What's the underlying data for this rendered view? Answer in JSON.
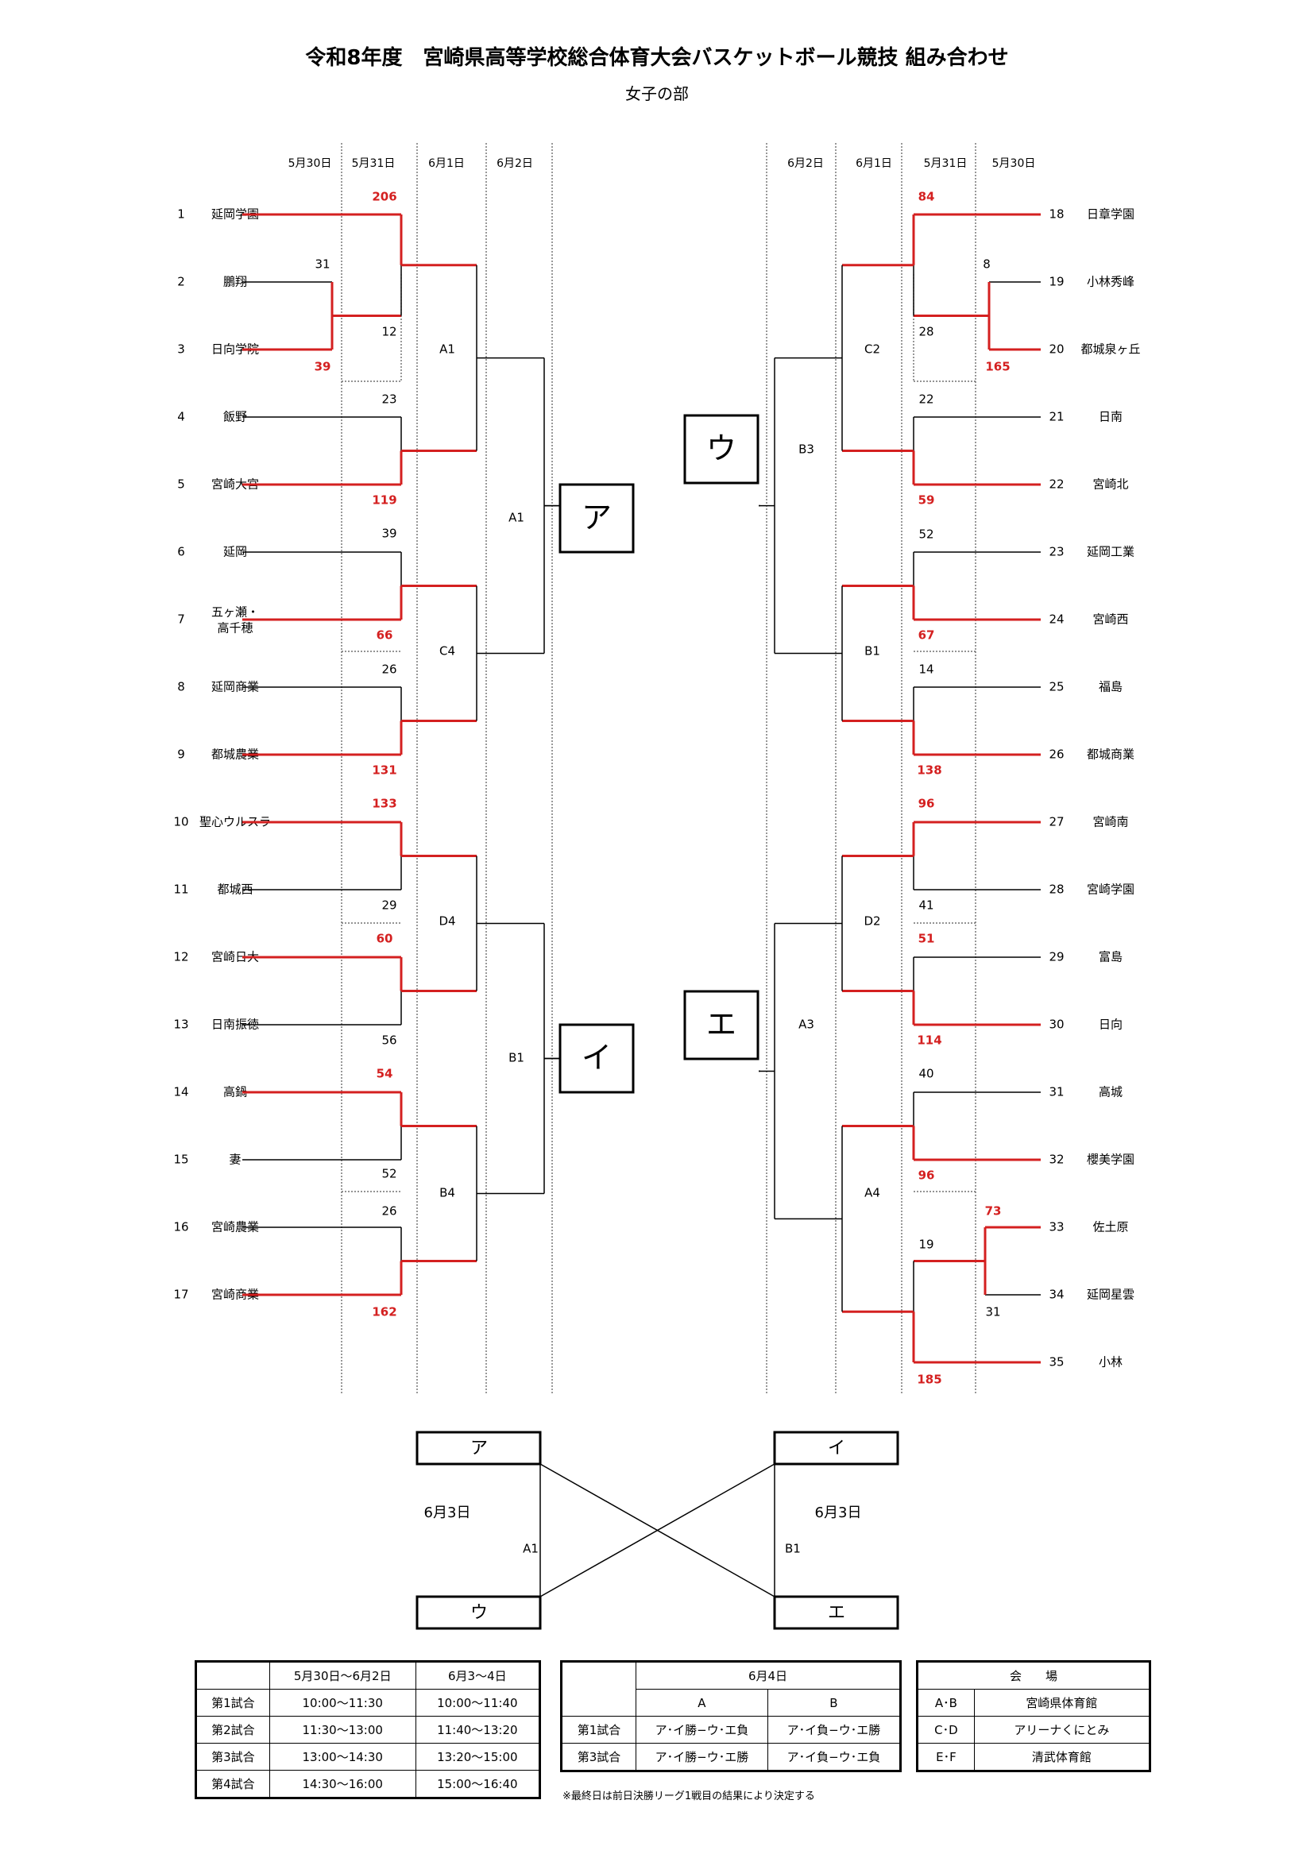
{
  "title": "令和8年度　宮崎県高等学校総合体育大会バスケットボール競技 組み合わせ",
  "subtitle": "女子の部",
  "dates": {
    "left": [
      "5月30日",
      "5月31日",
      "6月1日",
      "6月2日"
    ],
    "right": [
      "6月2日",
      "6月1日",
      "5月31日",
      "5月30日"
    ]
  },
  "teams": [
    {
      "no": "1",
      "name": "延岡学園"
    },
    {
      "no": "2",
      "name": "鵬翔"
    },
    {
      "no": "3",
      "name": "日向学院"
    },
    {
      "no": "4",
      "name": "飯野"
    },
    {
      "no": "5",
      "name": "宮崎大宮"
    },
    {
      "no": "6",
      "name": "延岡"
    },
    {
      "no": "7",
      "name": "五ヶ瀬・高千穂"
    },
    {
      "no": "8",
      "name": "延岡商業"
    },
    {
      "no": "9",
      "name": "都城農業"
    },
    {
      "no": "10",
      "name": "聖心ウルスラ"
    },
    {
      "no": "11",
      "name": "都城西"
    },
    {
      "no": "12",
      "name": "宮崎日大"
    },
    {
      "no": "13",
      "name": "日南振徳"
    },
    {
      "no": "14",
      "name": "高鍋"
    },
    {
      "no": "15",
      "name": "妻"
    },
    {
      "no": "16",
      "name": "宮崎農業"
    },
    {
      "no": "17",
      "name": "宮崎商業"
    },
    {
      "no": "18",
      "name": "日章学園"
    },
    {
      "no": "19",
      "name": "小林秀峰"
    },
    {
      "no": "20",
      "name": "都城泉ヶ丘"
    },
    {
      "no": "21",
      "name": "日南"
    },
    {
      "no": "22",
      "name": "宮崎北"
    },
    {
      "no": "23",
      "name": "延岡工業"
    },
    {
      "no": "24",
      "name": "宮崎西"
    },
    {
      "no": "25",
      "name": "福島"
    },
    {
      "no": "26",
      "name": "都城商業"
    },
    {
      "no": "27",
      "name": "宮崎南"
    },
    {
      "no": "28",
      "name": "宮崎学園"
    },
    {
      "no": "29",
      "name": "富島"
    },
    {
      "no": "30",
      "name": "日向"
    },
    {
      "no": "31",
      "name": "高城"
    },
    {
      "no": "32",
      "name": "櫻美学園"
    },
    {
      "no": "33",
      "name": "佐土原"
    },
    {
      "no": "34",
      "name": "延岡星雲"
    },
    {
      "no": "35",
      "name": "小林"
    }
  ],
  "scores": [
    "206",
    "31",
    "12",
    "39",
    "23",
    "119",
    "39",
    "66",
    "26",
    "131",
    "133",
    "29",
    "60",
    "56",
    "54",
    "52",
    "26",
    "162",
    "84",
    "8",
    "28",
    "165",
    "22",
    "59",
    "52",
    "67",
    "14",
    "138",
    "96",
    "41",
    "51",
    "114",
    "40",
    "96",
    "73",
    "19",
    "31",
    "185"
  ],
  "courts": [
    "A1",
    "A1",
    "C4",
    "D4",
    "B1",
    "B4",
    "C2",
    "B3",
    "B1",
    "D2",
    "A3",
    "A4"
  ],
  "blocks": [
    "ア",
    "イ",
    "ウ",
    "エ"
  ],
  "final": {
    "date": "6月3日",
    "court_left": "A1",
    "court_right": "B1"
  },
  "schedule": {
    "header": [
      "",
      "5月30日～6月2日",
      "6月3～4日"
    ],
    "rows": [
      [
        "第1試合",
        "10:00～11:30",
        "10:00～11:40"
      ],
      [
        "第2試合",
        "11:30～13:00",
        "11:40～13:20"
      ],
      [
        "第3試合",
        "13:00～14:30",
        "13:20～15:00"
      ],
      [
        "第4試合",
        "14:30～16:00",
        "15:00～16:40"
      ]
    ]
  },
  "day4": {
    "date": "6月4日",
    "cols": [
      "A",
      "B"
    ],
    "rows": [
      [
        "第1試合",
        "ア･イ勝−ウ･エ負",
        "ア･イ負−ウ･エ勝"
      ],
      [
        "第3試合",
        "ア･イ勝−ウ･エ勝",
        "ア･イ負−ウ･エ負"
      ]
    ],
    "note": "※最終日は前日決勝リーグ1戦目の結果により決定する"
  },
  "venue": {
    "header": "会　　場",
    "rows": [
      [
        "A･B",
        "宮崎県体育館"
      ],
      [
        "C･D",
        "アリーナくにとみ"
      ],
      [
        "E･F",
        "清武体育館"
      ]
    ]
  },
  "colors": {
    "win": "#d42020",
    "line": "#000000"
  }
}
